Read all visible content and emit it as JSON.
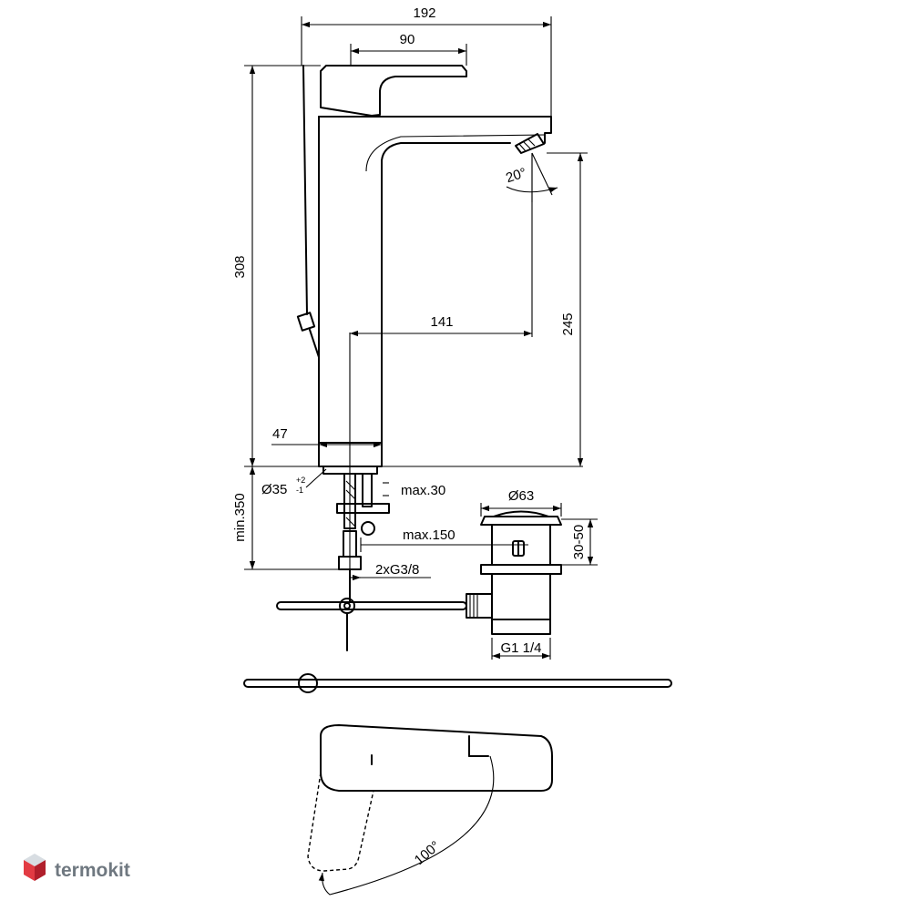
{
  "dimensions": {
    "overall_width": "192",
    "lever_width": "90",
    "total_height": "308",
    "spout_height": "245",
    "spout_reach": "141",
    "body_width": "47",
    "hole_diameter_base": "Ø35",
    "hole_diameter_tol_plus": "+2",
    "hole_diameter_tol_minus": "-1",
    "max_deck_thickness": "max.30",
    "min_hose_length": "min.350",
    "max_pull_rod": "max.150",
    "connection_thread": "2xG3/8",
    "waste_diameter": "Ø63",
    "waste_height_range": "30-50",
    "waste_thread": "G1 1/4",
    "spout_angle": "20°",
    "lever_rotation": "100°"
  },
  "watermark": {
    "brand": "termokit",
    "colors": {
      "top": "#d8dde2",
      "left": "#e23b43",
      "right": "#b01f2b"
    }
  }
}
